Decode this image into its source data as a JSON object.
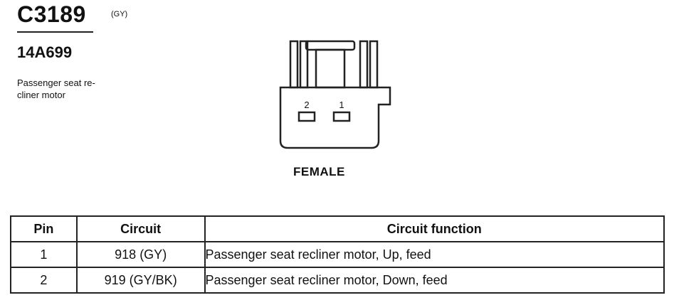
{
  "connector": {
    "id": "C3189",
    "color_code": "(GY)",
    "part_number": "14A699",
    "description": "Passenger seat re-\ncliner motor"
  },
  "diagram": {
    "pin_labels": [
      "2",
      "1"
    ],
    "gender": "FEMALE"
  },
  "table": {
    "headers": [
      "Pin",
      "Circuit",
      "Circuit function"
    ],
    "rows": [
      {
        "pin": "1",
        "circuit": "918 (GY)",
        "function": "Passenger seat recliner motor, Up, feed"
      },
      {
        "pin": "2",
        "circuit": "919 (GY/BK)",
        "function": "Passenger seat recliner motor, Down, feed"
      }
    ]
  }
}
